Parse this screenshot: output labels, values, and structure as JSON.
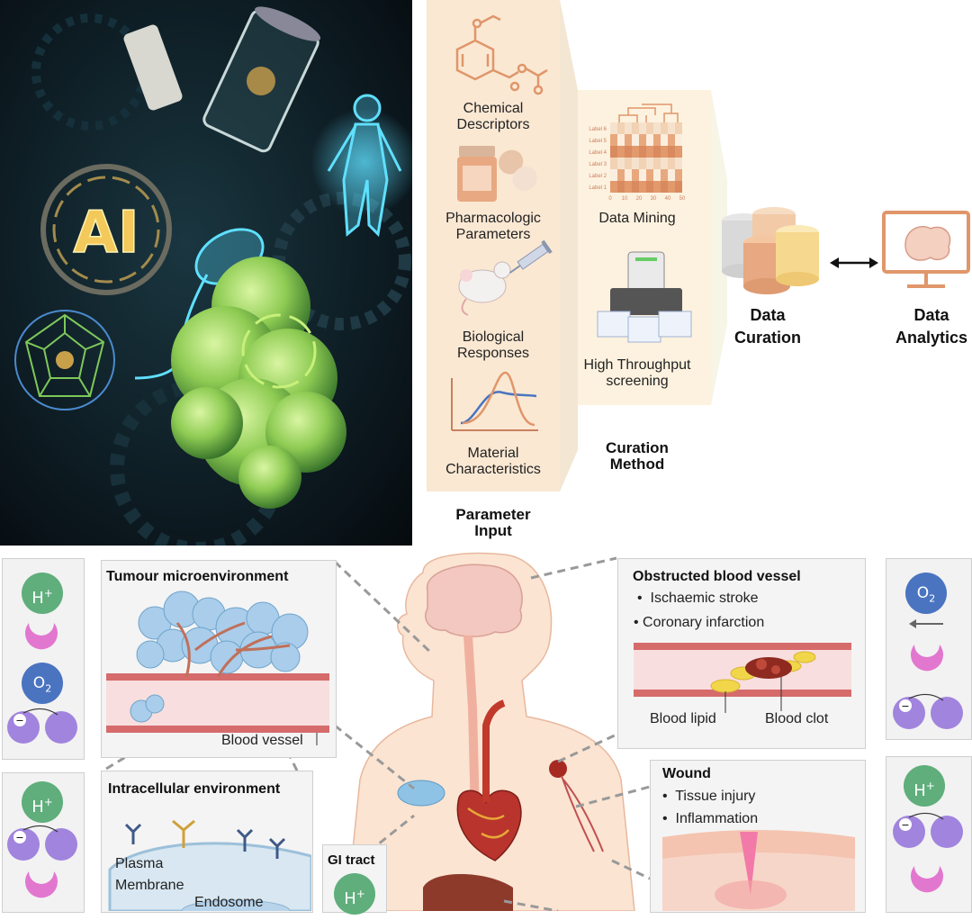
{
  "pipeline": {
    "parameter_input": {
      "heading_line1": "Parameter",
      "heading_line2": "Input",
      "items": [
        {
          "line1": "Chemical",
          "line2": "Descriptors"
        },
        {
          "line1": "Pharmacologic",
          "line2": "Parameters"
        },
        {
          "line1": "Biological",
          "line2": "Responses"
        },
        {
          "line1": "Material",
          "line2": "Characteristics"
        }
      ]
    },
    "curation_method": {
      "heading_line1": "Curation",
      "heading_line2": "Method",
      "items": [
        {
          "line1": "Data Mining",
          "line2": ""
        },
        {
          "line1": "High Throughput",
          "line2": "screening"
        }
      ],
      "heatmap_row_labels": [
        "Label 6",
        "Label 5",
        "Label 4",
        "Label 3",
        "Label 2",
        "Label 1"
      ],
      "heatmap_x_ticks": [
        "0",
        "10",
        "20",
        "30",
        "40",
        "50"
      ]
    },
    "data_curation": {
      "line1": "Data",
      "line2": "Curation"
    },
    "data_analytics": {
      "line1": "Data",
      "line2": "Analytics"
    }
  },
  "ai_image": {
    "text": "AI"
  },
  "microenvironments": {
    "tumour": {
      "title": "Tumour  microenvironment",
      "label": "Blood vessel"
    },
    "intracellular": {
      "title": "Intracellular  environment",
      "plasma_line1": "Plasma",
      "plasma_line2": "Membrane",
      "endosome": "Endosome"
    },
    "obstructed": {
      "title": "Obstructed  blood vessel",
      "bullets": [
        "Ischaemic stroke",
        "Coronary infarction"
      ],
      "label_lipid": "Blood lipid",
      "label_clot": "Blood clot"
    },
    "wound": {
      "title": "Wound",
      "bullets": [
        "Tissue injury",
        "Inflammation"
      ]
    },
    "gi": {
      "title": "GI tract"
    }
  },
  "ions": {
    "h_plus": "H",
    "plus": "+",
    "o2": "O",
    "two": "2",
    "minus": "−"
  },
  "colors": {
    "peach": "#fae8d3",
    "orange": "#e0966a",
    "green": "#5fae7c",
    "blue": "#4a74c0",
    "pink": "#e277cf",
    "lilac": "#a184dd",
    "vessel": "#d66b6b"
  }
}
